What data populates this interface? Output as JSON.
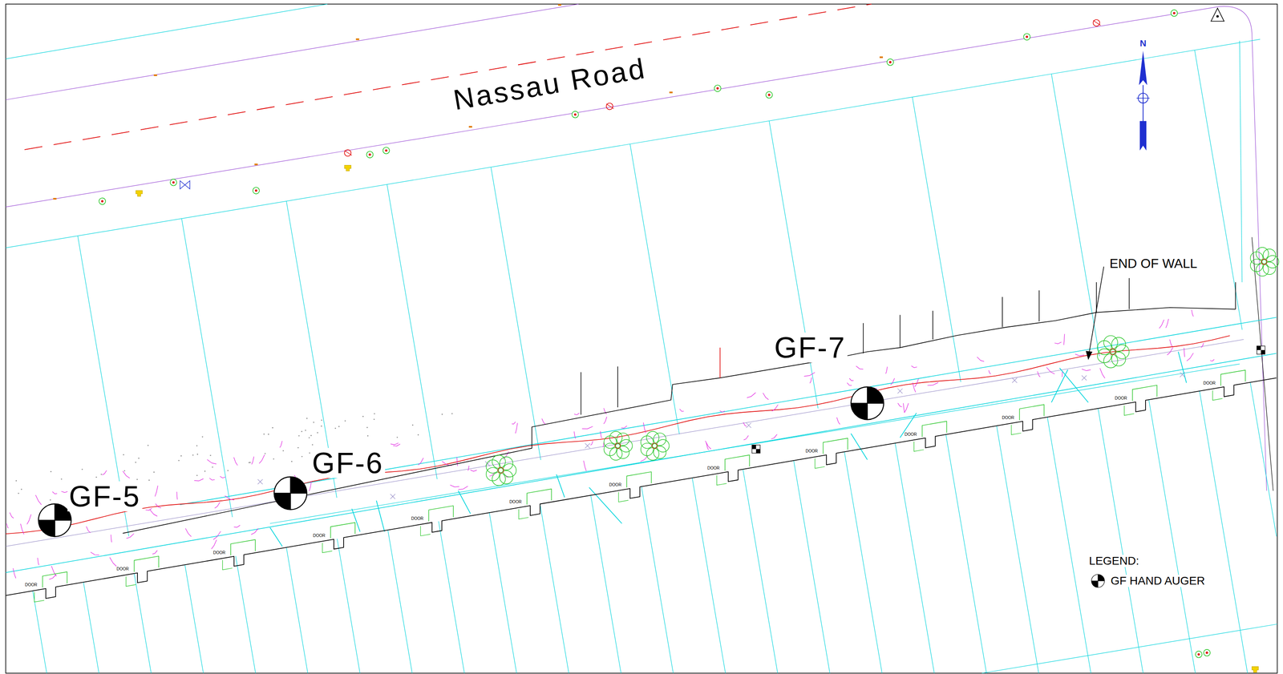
{
  "diagram": {
    "labels": [
      "Nassau Road",
      "GF-5",
      "GF-6",
      "GF-7",
      "END OF WALL",
      "N",
      "LEGEND:",
      "DOOR",
      "DOOR",
      "DOOR",
      "DOOR",
      "DOOR",
      "DOOR",
      "DOOR",
      "DOOR",
      "DOOR",
      "DOOR",
      "DOOR",
      "DOOR",
      "DOOR"
    ],
    "legend": [
      {
        "text": "GF HAND AUGER"
      }
    ]
  }
}
